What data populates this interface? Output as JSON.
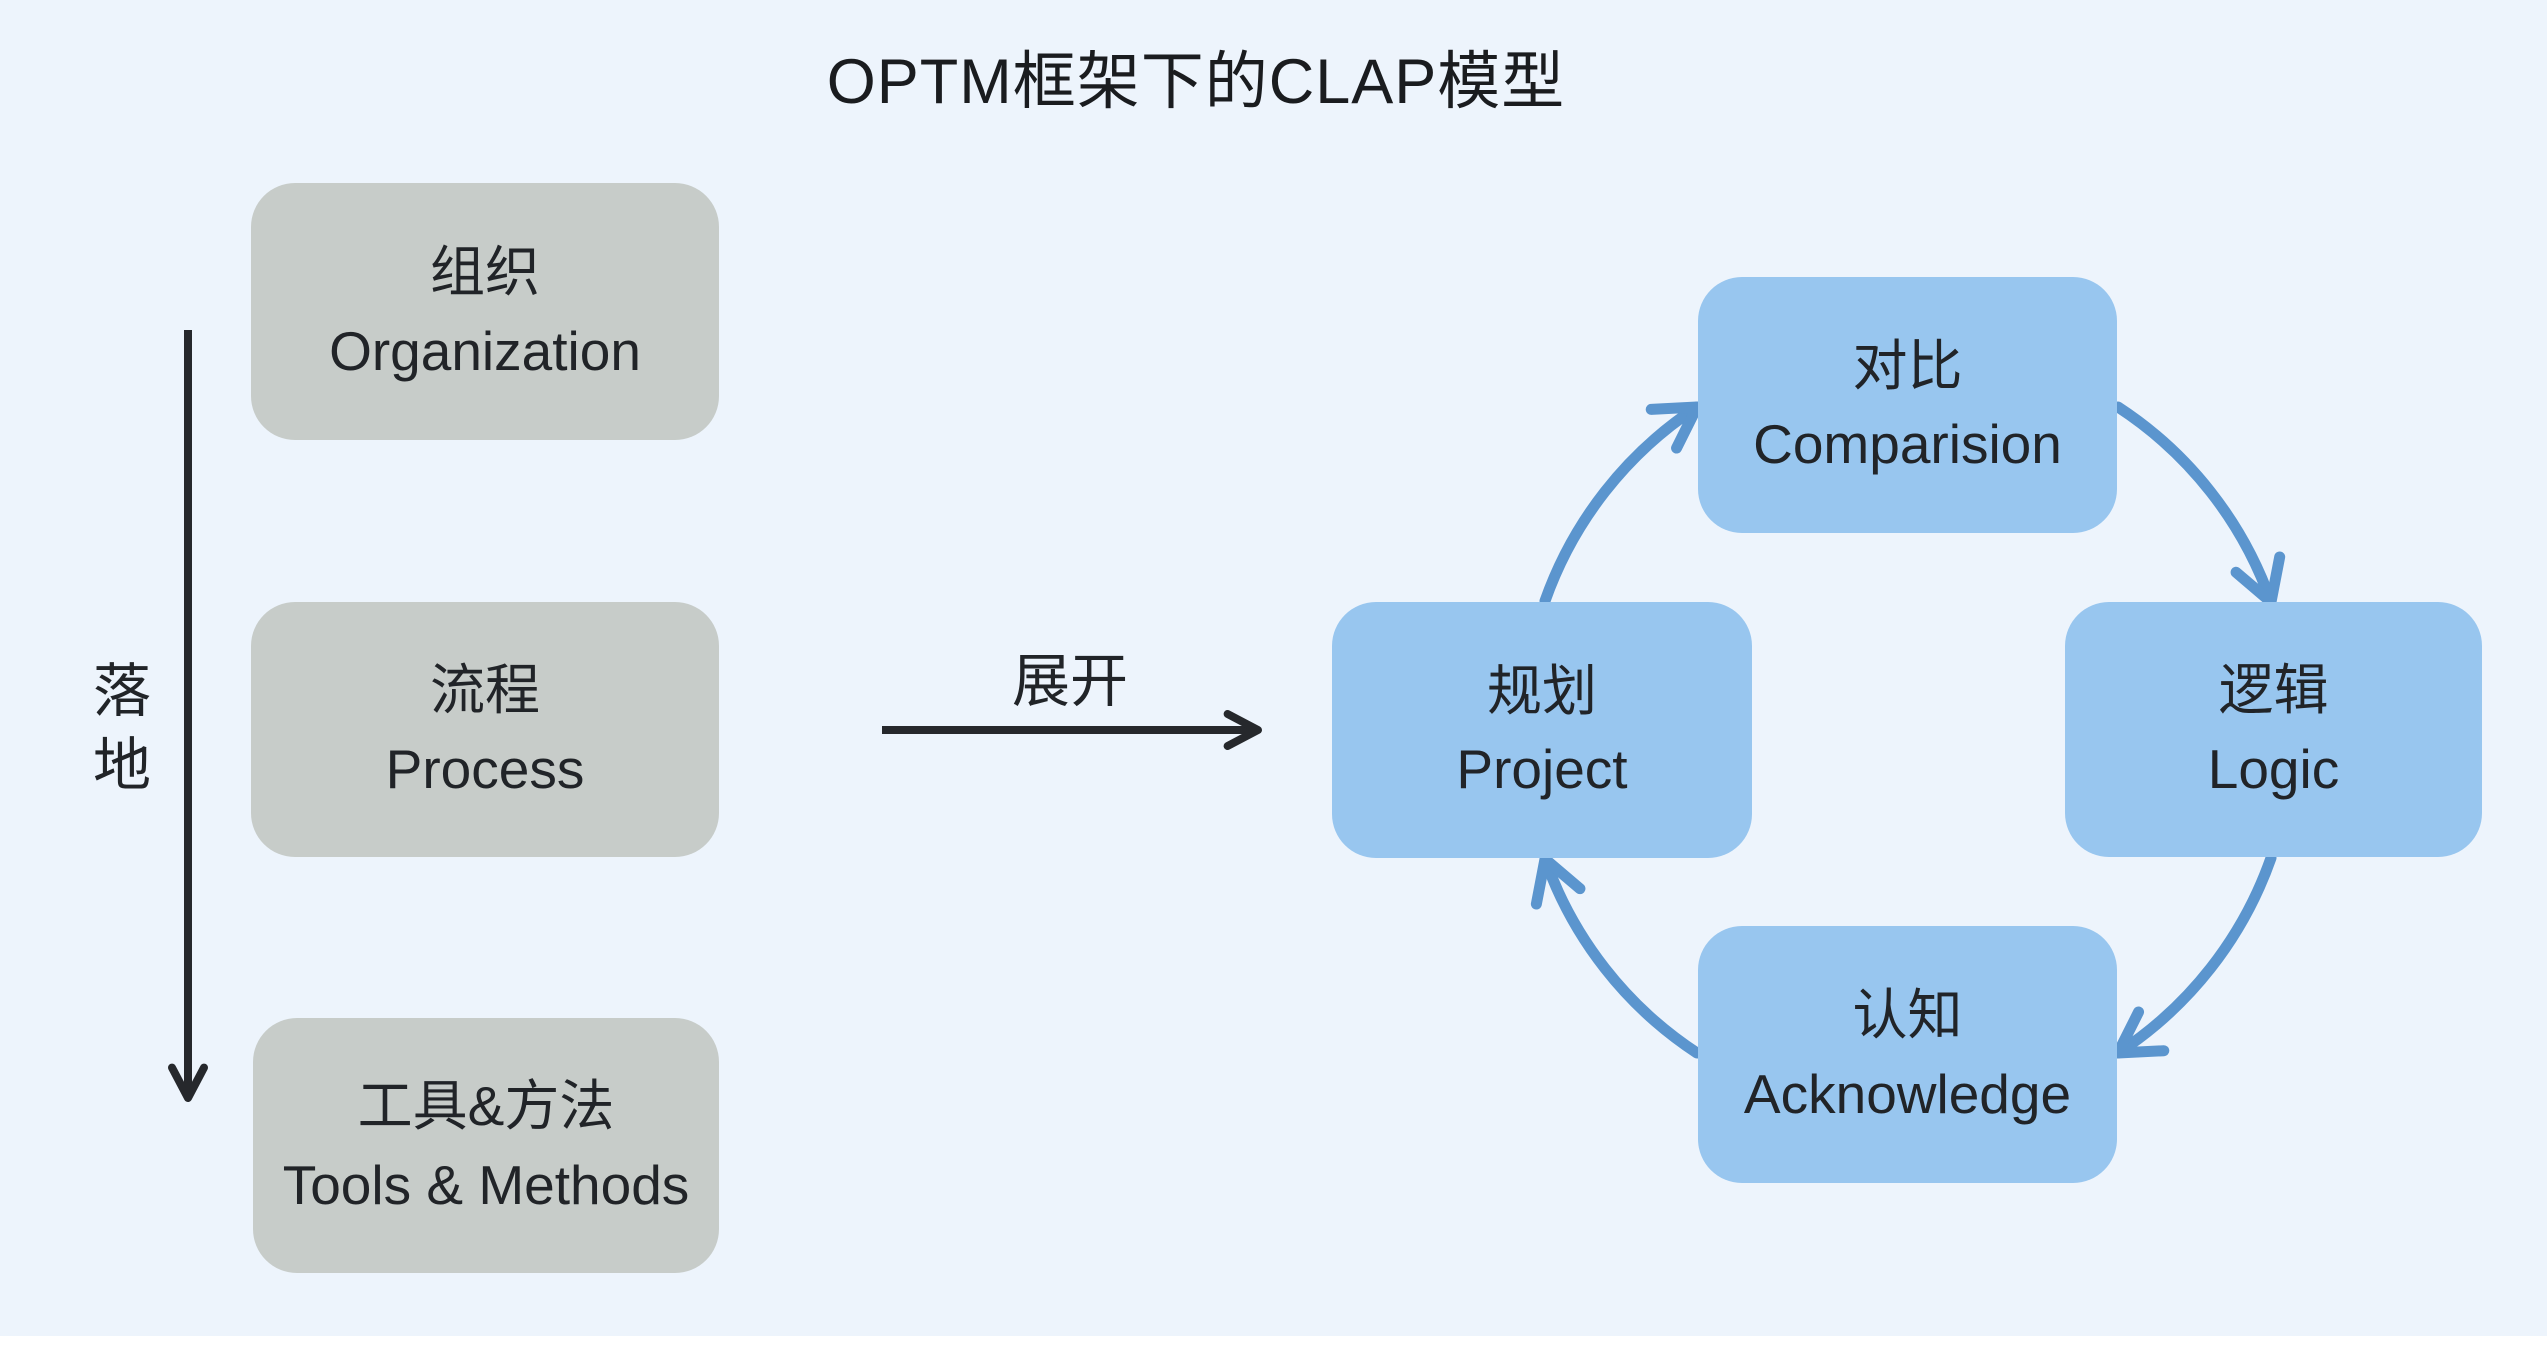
{
  "title": "OPTM框架下的CLAP模型",
  "colors": {
    "background": "#edf4fc",
    "gray_box": "#c7ccc9",
    "blue_box": "#98c6ef",
    "cycle_arrow": "#5b95ce",
    "black_arrow": "#26282c",
    "text": "#212428",
    "bottom_strip": "#ffffff"
  },
  "left_column": {
    "arrow_label": "落地",
    "boxes": [
      {
        "zh": "组织",
        "en": "Organization"
      },
      {
        "zh": "流程",
        "en": "Process"
      },
      {
        "zh": "工具&方法",
        "en": "Tools & Methods"
      }
    ]
  },
  "connector": {
    "label": "展开"
  },
  "cycle": {
    "direction": "clockwise",
    "boxes": [
      {
        "zh": "对比",
        "en": "Comparision",
        "position": "top"
      },
      {
        "zh": "逻辑",
        "en": "Logic",
        "position": "right"
      },
      {
        "zh": "认知",
        "en": "Acknowledge",
        "position": "bottom"
      },
      {
        "zh": "规划",
        "en": "Project",
        "position": "left"
      }
    ]
  }
}
